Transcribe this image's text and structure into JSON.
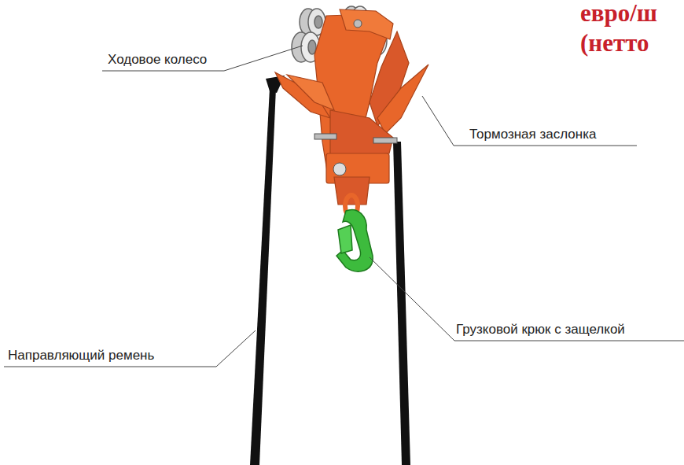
{
  "diagram": {
    "labels": [
      "евро/ш",
      "(нетто",
      "Ходовое колесо",
      "Тормозная заслонка",
      "Грузковой крюк с защелкой",
      "Направляющий ремень"
    ]
  }
}
